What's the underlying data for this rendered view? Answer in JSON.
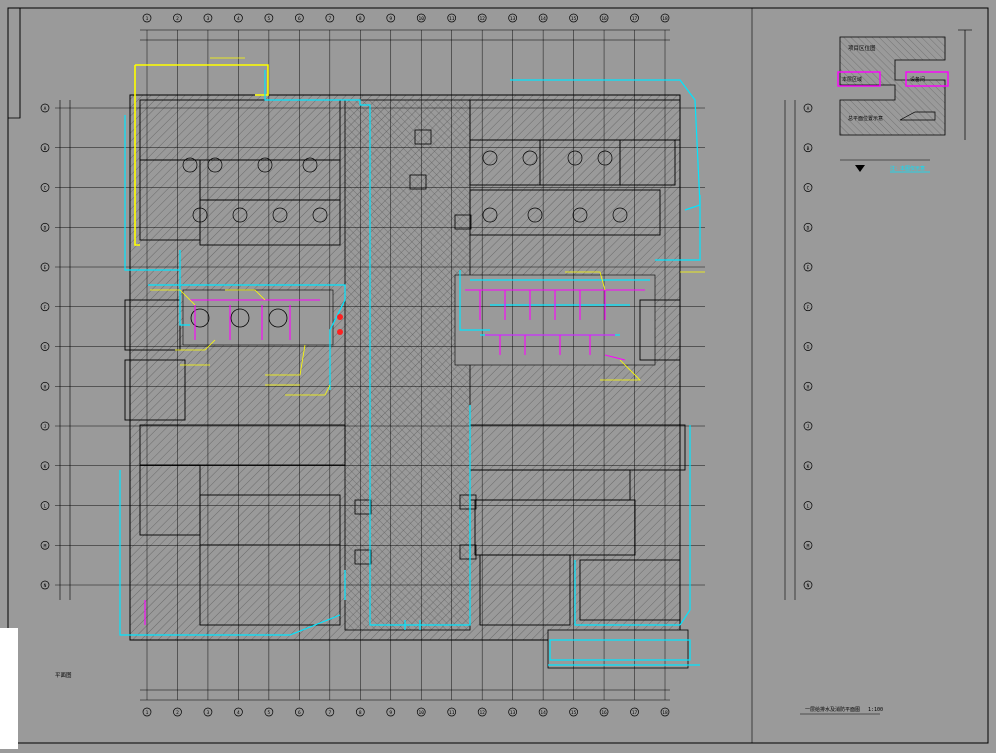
{
  "drawing": {
    "title_left": "平面图",
    "legend_note": "注：本图仅示意",
    "bottom_title": "一层给排水及消防平面图",
    "scale": "1:100",
    "key_plan": {
      "title": "项目区位图",
      "labels": [
        "本层区域",
        "设备间"
      ],
      "caption": "总平面位置示意"
    }
  },
  "colors": {
    "background": "#9a9a9a",
    "line": "#000000",
    "water": "#00e5ff",
    "fire": "#ff00ff",
    "annotation": "#ffff00",
    "hatch": "#6e6e6e",
    "pump": "#ff2020"
  },
  "grid": {
    "cols": [
      "1",
      "2",
      "3",
      "4",
      "5",
      "6",
      "7",
      "8",
      "9",
      "10",
      "11",
      "12",
      "13",
      "14",
      "15",
      "16",
      "17",
      "18"
    ],
    "rows": [
      "A",
      "B",
      "C",
      "D",
      "E",
      "F",
      "G",
      "H",
      "J",
      "K",
      "L",
      "M",
      "N"
    ]
  }
}
